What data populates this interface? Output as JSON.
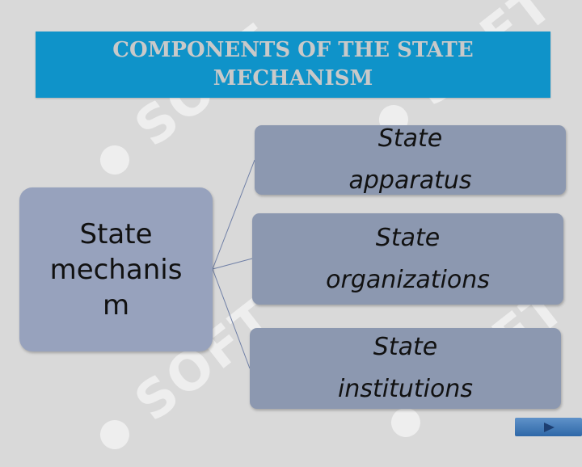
{
  "title": "COMPONENTS OF THE STATE MECHANISM",
  "root": "State\nmechanis\nm",
  "children": [
    {
      "label": "State\napparatus"
    },
    {
      "label": "State\norganizations"
    },
    {
      "label": "State\ninstitutions"
    }
  ],
  "watermark": "SOFT",
  "colors": {
    "background": "#d9d9d9",
    "title_banner": "#0f93c9",
    "root_box": "#97a2bd",
    "child_box": "#8c98b0"
  },
  "nav": {
    "next_icon": "play-arrow-icon"
  }
}
